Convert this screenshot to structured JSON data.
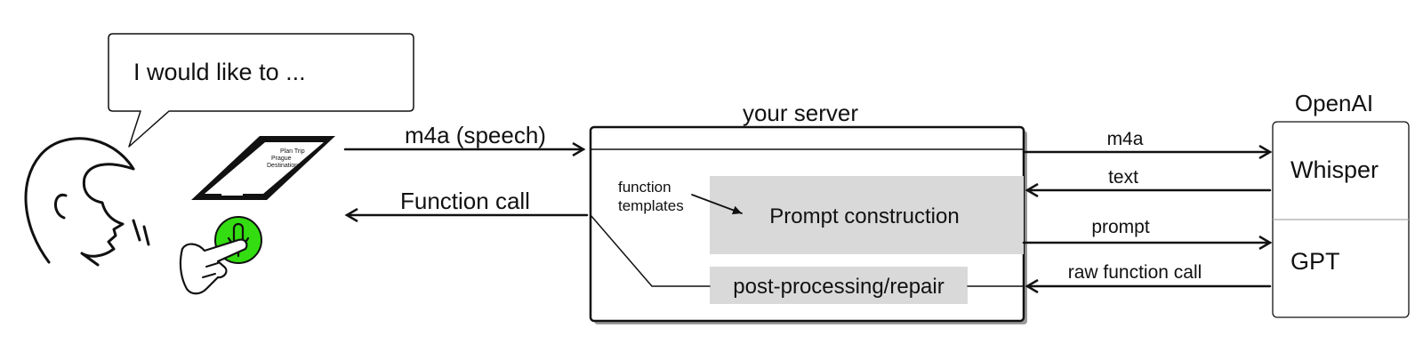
{
  "speech_bubble": {
    "text": "I would like to ..."
  },
  "user": {
    "phone_screen_lines": [
      "Plan Trip",
      "Prague",
      "Destinations"
    ],
    "mic_color": "#33dd11"
  },
  "flows": {
    "speech_label": "m4a (speech)",
    "function_call_label": "Function call"
  },
  "server": {
    "title": "your server",
    "function_templates": [
      "function",
      "templates"
    ],
    "prompt_construction": "Prompt construction",
    "post_processing": "post-processing/repair",
    "panel_color": "#d9d9d9"
  },
  "openai": {
    "title": "OpenAI",
    "whisper": "Whisper",
    "gpt": "GPT"
  },
  "server_openai_arrows": {
    "m4a": "m4a",
    "text": "text",
    "prompt": "prompt",
    "raw_function_call": "raw function call"
  }
}
